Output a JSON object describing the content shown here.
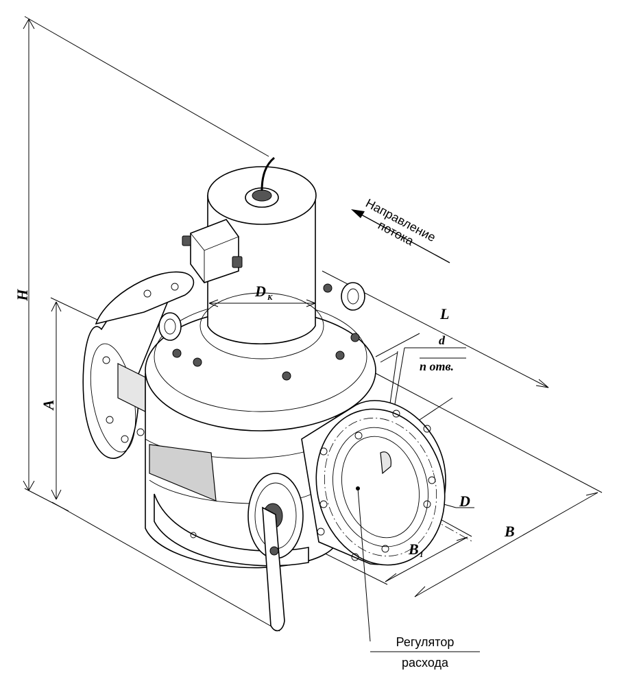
{
  "labels": {
    "H": "H",
    "A": "A",
    "L": "L",
    "B": "B",
    "B1_main": "B",
    "B1_sub": "1",
    "D": "D",
    "DK_main": "D",
    "DK_sub": "К",
    "d": "d",
    "n_holes": "n отв."
  },
  "notes": {
    "flow_line1": "Направление",
    "flow_line2": "потока",
    "regulator_line1": "Регулятор",
    "regulator_line2": "расхода"
  }
}
